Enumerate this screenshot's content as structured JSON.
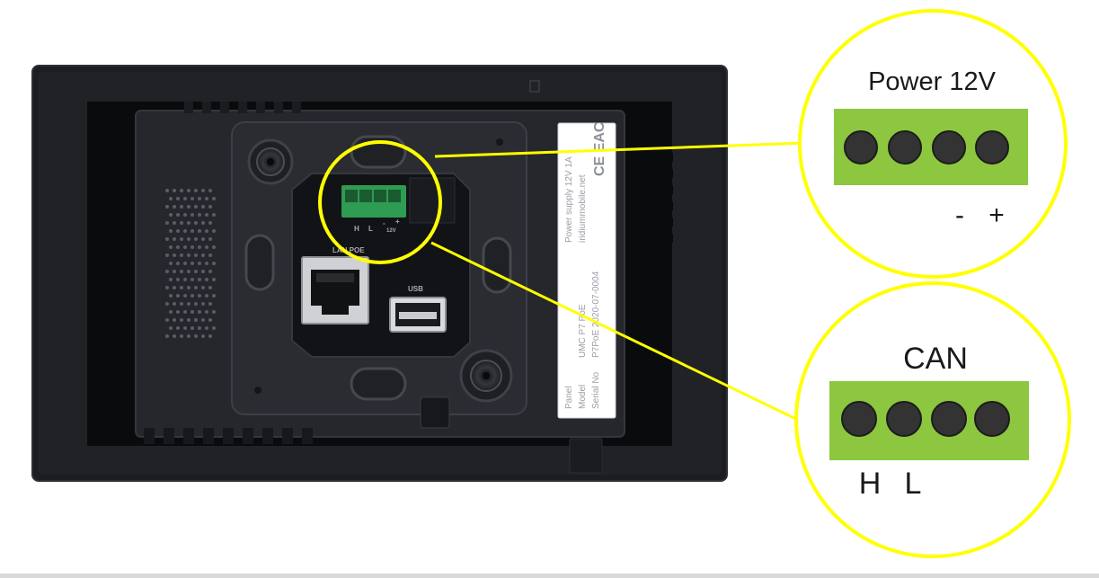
{
  "callouts": {
    "power": {
      "title": "Power 12V",
      "polarity_minus": "-",
      "polarity_plus": "+"
    },
    "can": {
      "title": "CAN",
      "pin_h": "H",
      "pin_l": "L"
    }
  },
  "device": {
    "terminal_labels": {
      "h": "H",
      "l": "L",
      "minus": "-",
      "plus": "+",
      "voltage": "12V"
    },
    "lan_label": "LAN POE",
    "usb_label": "USB",
    "sticker": {
      "row_labels": [
        "Panel",
        "Model",
        "Serial No"
      ],
      "model": "UMC P7 PoE",
      "serial": "P7PoE 2020-07-0004",
      "website": "iridiummobile.net",
      "power_supply": "Power supply   12V 1A",
      "cert": "CE EAC"
    }
  },
  "colors": {
    "highlight_yellow": "#ffff00",
    "terminal_green": "#8dc63f",
    "terminal_pin": "#333333",
    "device_body": "#1e2024"
  }
}
